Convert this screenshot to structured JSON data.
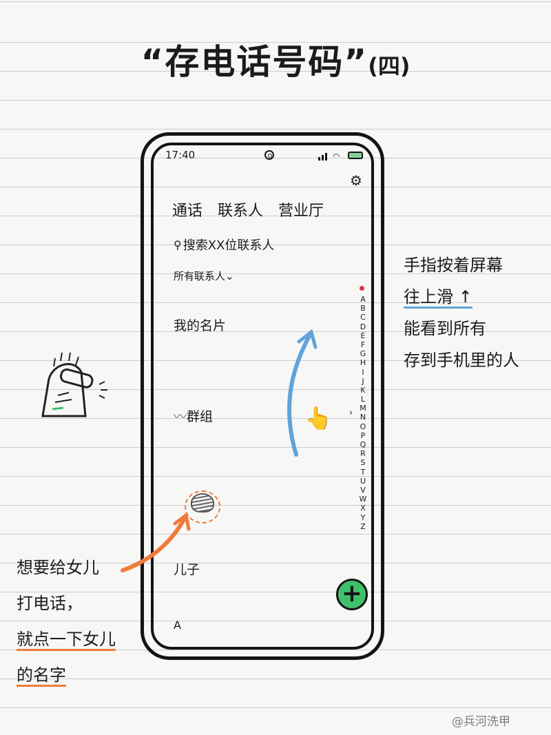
{
  "title": {
    "main": "“存电话号码”",
    "sub": "(四)"
  },
  "status_bar": {
    "time": "17:40",
    "icons": [
      "camera-icon",
      "signal-icon",
      "wifi-icon",
      "battery-icon"
    ]
  },
  "header": {
    "icon": "gear-icon"
  },
  "tabs": [
    "通话",
    "联系人",
    "营业厅"
  ],
  "search": {
    "icon": "search-icon",
    "placeholder": "搜索XX位联系人"
  },
  "filter": {
    "label": "所有联系人",
    "icon": "chevron-down-icon"
  },
  "contacts": {
    "my_card": "我的名片",
    "group": "群组",
    "son": "儿子",
    "section": "A"
  },
  "alphabet": [
    "A",
    "B",
    "C",
    "D",
    "E",
    "F",
    "G",
    "H",
    "I",
    "J",
    "K",
    "L",
    "M",
    "N",
    "O",
    "P",
    "Q",
    "R",
    "S",
    "T",
    "U",
    "V",
    "W",
    "X",
    "Y",
    "Z"
  ],
  "annotations": {
    "right": [
      "手指按着屏幕",
      "往上滑 ↑",
      "能看到所有",
      "存到手机里的人"
    ],
    "left": [
      "想要给女儿",
      "打电话，",
      "就点一下女儿",
      "的名字"
    ]
  },
  "watermark": "@兵河洗甲",
  "colors": {
    "accent_green": "#3fc06a",
    "arrow_blue": "#5fa4da",
    "arrow_orange": "#f07a3a",
    "red_dot": "#e0323c"
  }
}
